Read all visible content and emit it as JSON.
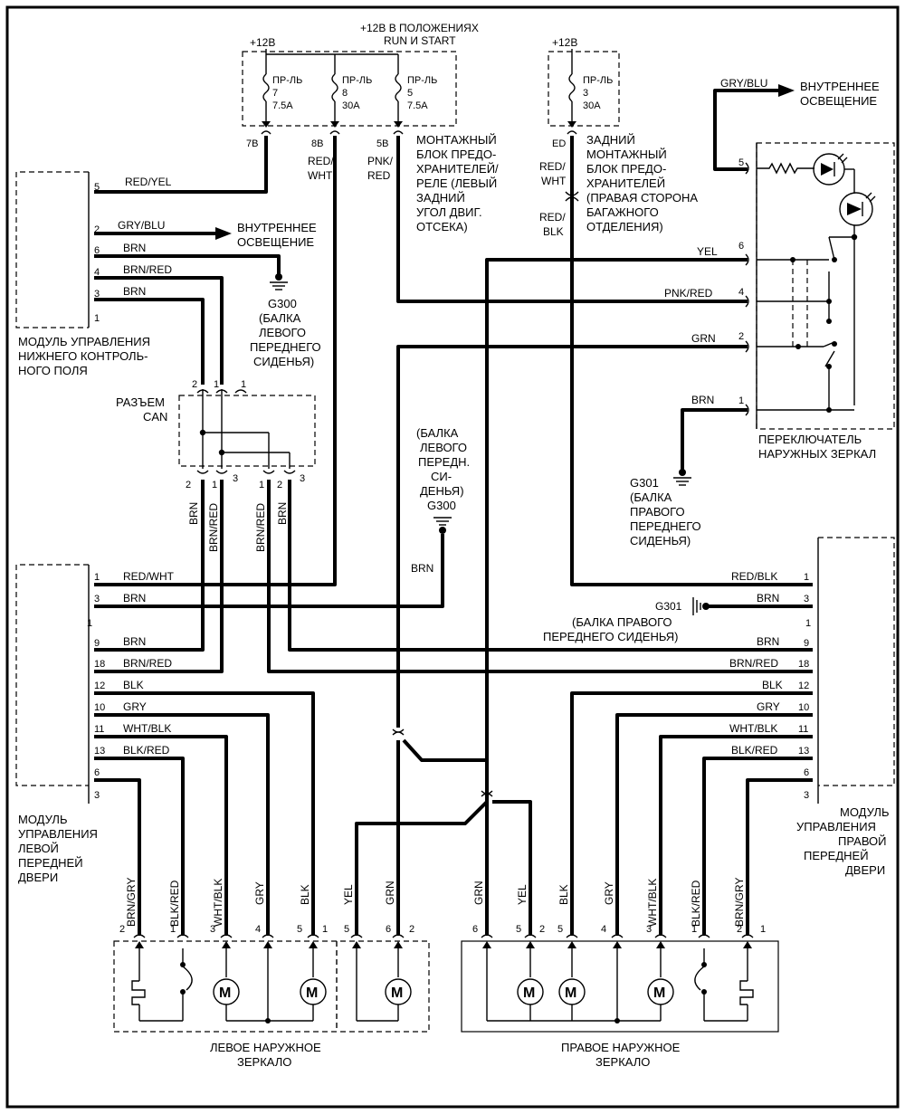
{
  "top": {
    "plus12_fuses": "+12В",
    "run_start_l1": "+12В В ПОЛОЖЕНИЯХ",
    "run_start_l2": "RUN И START",
    "plus12_rear": "+12В"
  },
  "fuses": [
    {
      "l1": "ПР-ЛЬ",
      "l2": "7",
      "l3": "7.5A",
      "pin": "7B"
    },
    {
      "l1": "ПР-ЛЬ",
      "l2": "8",
      "l3": "30A",
      "pin": "8B"
    },
    {
      "l1": "ПР-ЛЬ",
      "l2": "5",
      "l3": "7.5A",
      "pin": "5B"
    },
    {
      "l1": "ПР-ЛЬ",
      "l2": "3",
      "l3": "30A",
      "pin": "ED"
    }
  ],
  "front_fuse_block": [
    "МОНТАЖНЫЙ",
    "БЛОК ПРЕДО-",
    "ХРАНИТЕЛЕЙ/",
    "РЕЛЕ (ЛЕВЫЙ",
    "ЗАДНИЙ",
    "УГОЛ ДВИГ.",
    "ОТСЕКА)"
  ],
  "rear_fuse_block": [
    "ЗАДНИЙ",
    "МОНТАЖНЫЙ",
    "БЛОК ПРЕДО-",
    "ХРАНИТЕЛЕЙ",
    "(ПРАВАЯ СТОРОНА",
    "БАГАЖНОГО",
    "ОТДЕЛЕНИЯ)"
  ],
  "wire_labels": {
    "red_wht_split": [
      "RED/",
      "WHT"
    ],
    "pnk_red_split": [
      "PNK/",
      "RED"
    ],
    "red_wht_rear": [
      "RED/",
      "WHT"
    ],
    "red_blk_rear": [
      "RED/",
      "BLK"
    ],
    "red_yel": "RED/YEL",
    "gry_blu": "GRY/BLU",
    "brn": "BRN",
    "brn_red": "BRN/RED",
    "yel": "YEL",
    "pnk_red": "PNK/RED",
    "grn": "GRN",
    "red_wht": "RED/WHT",
    "red_blk": "RED/BLK",
    "blk": "BLK",
    "gry": "GRY",
    "wht_blk": "WHT/BLK",
    "blk_red": "BLK/RED",
    "brn_gry": "BRN/GRY"
  },
  "interior_light": [
    "ВНУТРЕННЕЕ",
    "ОСВЕЩЕНИЕ"
  ],
  "lower_panel_module": [
    "МОДУЛЬ УПРАВЛЕНИЯ",
    "НИЖНЕГО КОНТРОЛЬ-",
    "НОГО ПОЛЯ"
  ],
  "g300_top": [
    "G300",
    "(БАЛКА",
    "ЛЕВОГО",
    "ПЕРЕДНЕГО",
    "СИДЕНЬЯ)"
  ],
  "can_connector": [
    "РАЗЪЕМ",
    "CAN"
  ],
  "g300_mid": [
    "(БАЛКА",
    "ЛЕВОГО",
    "ПЕРЕДН.",
    "СИ-",
    "ДЕНЬЯ)",
    "G300"
  ],
  "g301_right": [
    "G301",
    "(БАЛКА",
    "ПРАВОГО",
    "ПЕРЕДНЕГО",
    "СИДЕНЬЯ)"
  ],
  "g301_mid": "G301",
  "g301_mid_caption": [
    "(БАЛКА ПРАВОГО",
    "ПЕРЕДНЕГО СИДЕНЬЯ)"
  ],
  "mirror_switch": [
    "ПЕРЕКЛЮЧАТЕЛЬ",
    "НАРУЖНЫХ ЗЕРКАЛ"
  ],
  "left_door_module": [
    "МОДУЛЬ",
    "УПРАВЛЕНИЯ",
    "ЛЕВОЙ",
    "ПЕРЕДНЕЙ",
    "ДВЕРИ"
  ],
  "right_door_module": [
    "МОДУЛЬ",
    "УПРАВЛЕНИЯ",
    "ПРАВОЙ",
    "ПЕРЕДНЕЙ",
    "ДВЕРИ"
  ],
  "left_mirror": [
    "ЛЕВОЕ НАРУЖНОЕ",
    "ЗЕРКАЛО"
  ],
  "right_mirror": [
    "ПРАВОЕ НАРУЖНОЕ",
    "ЗЕРКАЛО"
  ],
  "motor_symbol": "M",
  "pins": {
    "p1": "1",
    "p2": "2",
    "p3": "3",
    "p4": "4",
    "p5": "5",
    "p6": "6",
    "p9": "9",
    "p10": "10",
    "p11": "11",
    "p12": "12",
    "p13": "13",
    "p18": "18"
  }
}
